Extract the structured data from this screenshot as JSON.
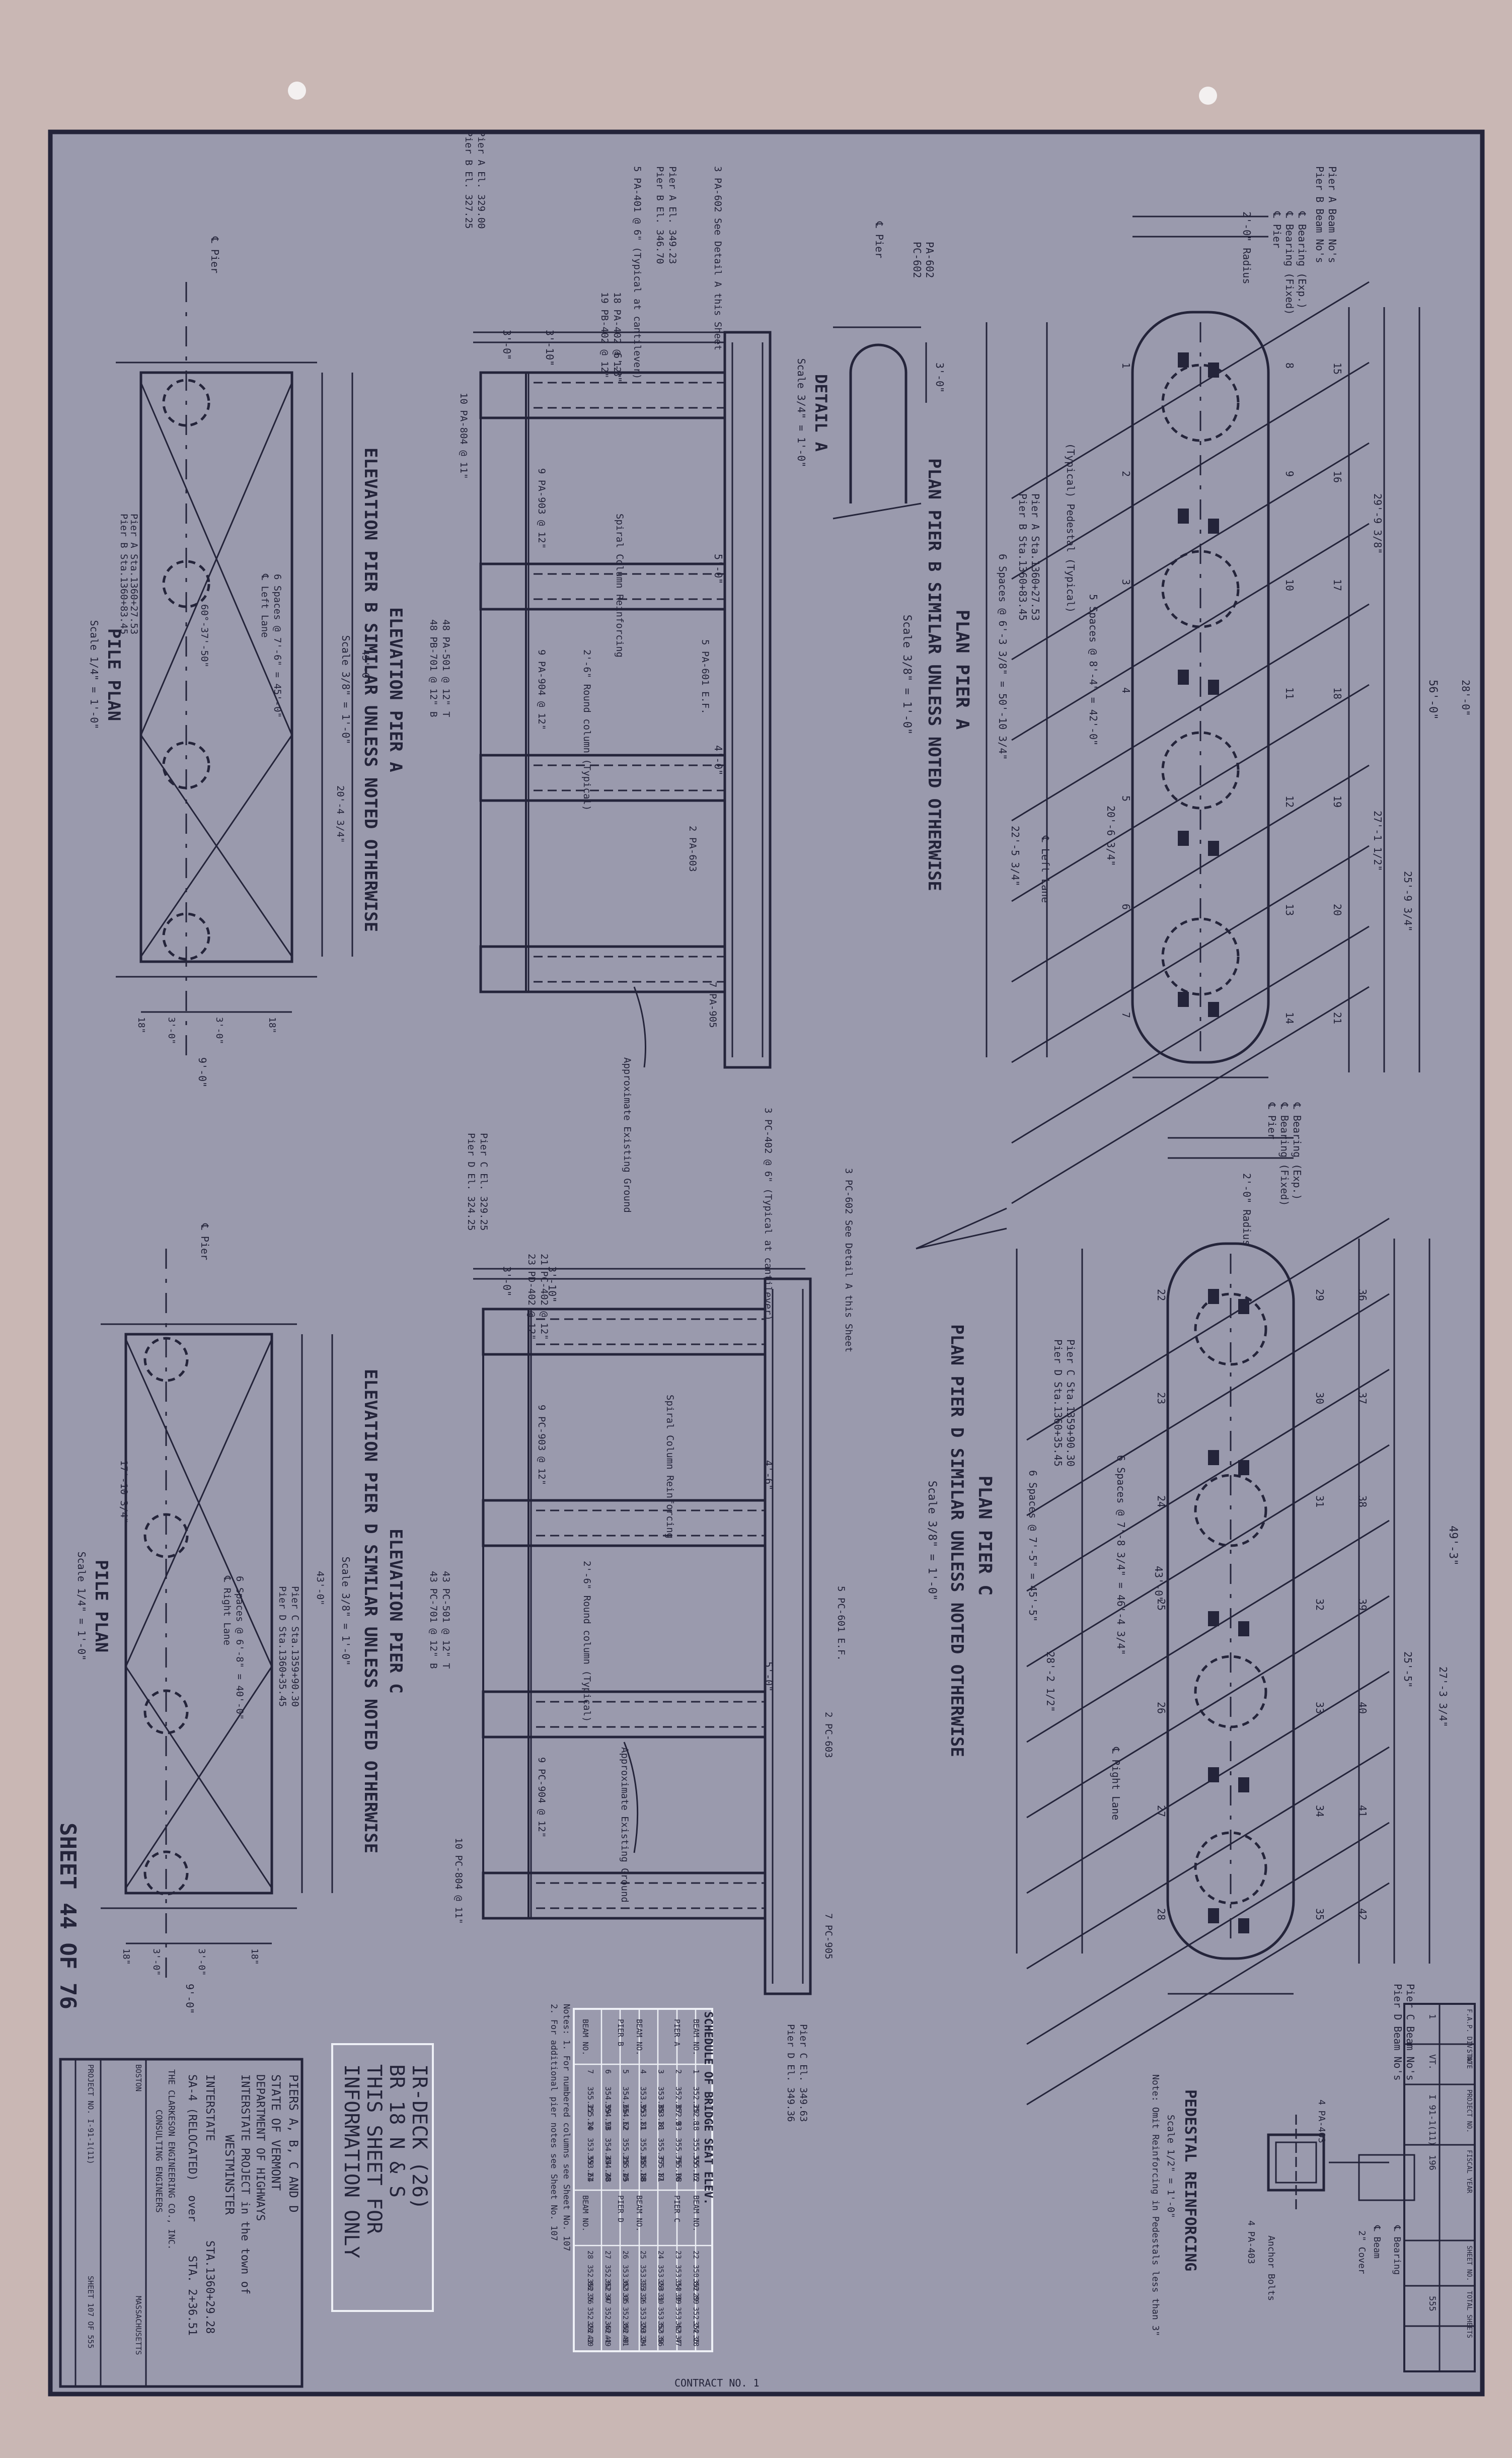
{
  "sheet": {
    "number_label": "SHEET 44 OF 76",
    "contract_label": "CONTRACT NO. 1"
  },
  "colors": {
    "paper": "#c9b7b4",
    "field": "#9a9aad",
    "ink": "#24243a",
    "white_ink": "#eef0f6"
  },
  "views": {
    "plan_pier_a": {
      "title": "PLAN PIER A",
      "subtitle": "PLAN PIER B SIMILAR UNLESS NOTED OTHERWISE",
      "scale": "Scale 3/8\" = 1'-0\"",
      "notes": [
        "Pier A Beam No's",
        "Pier B Beam No's",
        "℄ Bearing (Exp.)",
        "℄ Bearing (Fixed)",
        "℄ Pier",
        "2'-0\" Radius",
        "Pier A Sta.1360+27.53",
        "Pier B Sta.1360+83.45",
        "(Typical) Pedestal (Typical)",
        "6 Spaces @ 6'-3 3/8\" = 50'-10 3/4\"",
        "5 Spaces @ 8'-4\" = 42'-0\"",
        "℄ Left Lane",
        "56'-0\"",
        "28'-0\"",
        "20'-6 3/4\"",
        "27'-1 1/2\"",
        "22'-5 3/4\"",
        "29'-9 3/8\"",
        "25'-9 3/4\""
      ],
      "pedestal_numbers": [
        "1",
        "2",
        "3",
        "4",
        "5",
        "6",
        "7",
        "8",
        "9",
        "10",
        "11",
        "12",
        "13",
        "14",
        "15",
        "16",
        "17",
        "18",
        "19",
        "20",
        "21"
      ]
    },
    "plan_pier_c": {
      "title": "PLAN PIER C",
      "subtitle": "PLAN PIER D SIMILAR UNLESS NOTED OTHERWISE",
      "scale": "Scale 3/8\" = 1'-0\"",
      "notes": [
        "℄ Bearing (Exp.)",
        "℄ Bearing (Fixed)",
        "℄ Pier",
        "2'-0\" Radius",
        "Pier C Sta.1359+90.30",
        "Pier D Sta.1360+35.45",
        "6 Spaces @ 7'-8 3/4\" = 46'-4 3/4\"",
        "6 Spaces @ 7'-5\" = 45'-5\"",
        "℄ Right Lane",
        "Pier C Beam No's",
        "Pier D Beam No's",
        "49'-3\"",
        "43'-0\"",
        "28'-2 1/2\"",
        "25'-5\"",
        "27'-3 3/4\""
      ],
      "pedestal_numbers": [
        "22",
        "23",
        "24",
        "25",
        "26",
        "27",
        "28",
        "29",
        "30",
        "31",
        "32",
        "33",
        "34",
        "35",
        "36",
        "37",
        "38",
        "39",
        "40",
        "41",
        "42"
      ]
    },
    "detail_a": {
      "title": "DETAIL A",
      "scale": "Scale 3/4\" = 1'-0\"",
      "notes": [
        "PA-602",
        "PC-602",
        "℄ Pier",
        "3'-0\""
      ]
    },
    "elevation_pier_a": {
      "title": "ELEVATION PIER A",
      "subtitle": "ELEVATION PIER B SIMILAR UNLESS NOTED OTHERWISE",
      "scale": "Scale 3/8\" = 1'-0\"",
      "notes": [
        "3 PA-602 See Detail A this Sheet",
        "Pier A El. 349.23",
        "Pier B El. 346.70",
        "5 PA-401 @ 6\" (Typical at cantilever)",
        "18 PA-402 @ 12\"",
        "19 PB-402 @ 12\"",
        "Pier A El. 329.00",
        "Pier B El. 327.25",
        "10 PA-804 @ 11\"",
        "9 PA-903 @ 12\"",
        "9 PA-904 @ 12\"",
        "48 PA-501 @ 12\" T",
        "48 PB-701 @ 12\" B",
        "2'-6\" Round column (Typical)",
        "Spiral Column Reinforcing",
        "Approximate Existing Ground",
        "5 PA-601 E.F.",
        "2 PA-603",
        "7 PA-905",
        "3'-0\"",
        "3'-10\"",
        "4'-0\"",
        "5'-0\"",
        "6'-3\""
      ]
    },
    "elevation_pier_c": {
      "title": "ELEVATION PIER C",
      "subtitle": "ELEVATION PIER D SIMILAR UNLESS NOTED OTHERWISE",
      "scale": "Scale 3/8\" = 1'-0\"",
      "notes": [
        "3 PC-602 See Detail A this Sheet",
        "3 PC-402 @ 6\" (Typical at cantilever)",
        "21 PC-402 @ 12\"",
        "23 PD-402 @ 12\"",
        "Pier C El. 329.25",
        "Pier D El. 324.25",
        "Pier C El. 349.63",
        "Pier D El. 349.36",
        "10 PC-804 @ 11\"",
        "9 PC-903 @ 12\"",
        "9 PC-904 @ 12\"",
        "43 PC-501 @ 12\" T",
        "43 PC-701 @ 12\" B",
        "2'-6\" Round column (Typical)",
        "Spiral Column Reinforcing",
        "Approximate Existing Ground",
        "5 PC-601 E.F.",
        "2 PC-603",
        "7 PC-905",
        "3'-0\"",
        "3'-10\"",
        "4'-6\"",
        "5'-0\""
      ]
    },
    "pile_plan_a": {
      "title": "PILE PLAN",
      "scale": "Scale 1/4\" = 1'-0\"",
      "notes": [
        "℄ Pier",
        "Pier A Sta.1360+27.53",
        "Pier B Sta.1360+83.45",
        "℄ Left Lane",
        "6 Spaces @ 7'-6\" = 45'-0\"",
        "60°-37'-50\"",
        "20'-4 3/4\"",
        "45'-0\"",
        "18\"",
        "3'-0\"",
        "3'-0\"",
        "18\"",
        "9'-0\""
      ]
    },
    "pile_plan_c": {
      "title": "PILE PLAN",
      "scale": "Scale 1/4\" = 1'-0\"",
      "notes": [
        "℄ Pier",
        "Pier C Sta.1359+90.30",
        "Pier D Sta.1360+35.45",
        "℄ Right Lane",
        "6 Spaces @ 6'-8\" = 40'-0\"",
        "17'-10 3/4\"",
        "43'-0\"",
        "18\"",
        "3'-0\"",
        "3'-0\"",
        "18\"",
        "9'-0\""
      ]
    },
    "pedestal_reinforcing": {
      "title": "PEDESTAL REINFORCING",
      "scale": "Scale 1/2\" = 1'-0\"",
      "note": "Note: Omit Reinforcing in Pedestals less than 3\"",
      "labels": [
        "℄ Bearing",
        "℄ Beam",
        "2\" Cover",
        "Anchor Bolts",
        "4 PA-403",
        "4 PA-403"
      ]
    }
  },
  "schedule": {
    "title": "SCHEDULE OF BRIDGE SEAT ELEV.",
    "headers_top": [
      "BEAM NO.",
      "PIER A",
      "BEAM NO.",
      "PIER B",
      "BEAM NO."
    ],
    "rows_top": [
      [
        "1",
        "352.20",
        "352.18",
        "8",
        "355.59",
        "355.62",
        "15"
      ],
      [
        "2",
        "352.87",
        "352.83",
        "9",
        "355.76",
        "355.08",
        "16"
      ],
      [
        "3",
        "353.88",
        "353.81",
        "10",
        "355.77",
        "355.81",
        "17"
      ],
      [
        "4",
        "353.95",
        "353.81",
        "11",
        "355.88",
        "355.88",
        "18"
      ],
      [
        "5",
        "354.66",
        "354.62",
        "12",
        "355.28",
        "355.45",
        "19"
      ],
      [
        "6",
        "354.99",
        "354.98",
        "13",
        "354.44",
        "354.48",
        "20"
      ],
      [
        "7",
        "355.22",
        "355.20",
        "14",
        "353.59",
        "353.64",
        "21"
      ]
    ],
    "headers_bottom": [
      "BEAM NO.",
      "PIER C",
      "BEAM NO.",
      "PIER D",
      "BEAM NO."
    ],
    "rows_bottom": [
      [
        "22",
        "350.80",
        "352.89",
        "29",
        "352.24",
        "352.28",
        "36"
      ],
      [
        "23",
        "353.34",
        "353.39",
        "30",
        "353.42",
        "353.47",
        "37"
      ],
      [
        "24",
        "353.28",
        "353.30",
        "31",
        "353.52",
        "353.56",
        "38"
      ],
      [
        "25",
        "353.15",
        "353.16",
        "32",
        "353.20",
        "353.24",
        "39"
      ],
      [
        "26",
        "353.02",
        "353.05",
        "33",
        "352.88",
        "352.91",
        "40"
      ],
      [
        "27",
        "352.92",
        "352.97",
        "34",
        "352.40",
        "352.49",
        "41"
      ],
      [
        "28",
        "352.88",
        "352.76",
        "35",
        "352.28",
        "352.30",
        "42"
      ]
    ],
    "notes": [
      "Notes: 1. For numbered columns see Sheet No. 107",
      "2. For additional pier notes see Sheet No. 107"
    ]
  },
  "stamp": {
    "lines": [
      "IR-DECK (26)",
      "BR 18 N & S",
      "THIS SHEET FOR",
      "INFORMATION ONLY"
    ]
  },
  "title_block": {
    "heading": "PIERS A, B, C AND D",
    "state": "STATE OF VERMONT",
    "dept": "DEPARTMENT OF HIGHWAYS",
    "project": "INTERSTATE PROJECT in the town of",
    "town": "WESTMINSTER",
    "interstate": "INTERSTATE",
    "sta1": "STA.1360+29.28",
    "route": "SA-4 (RELOCATED)",
    "over": "over",
    "sta2": "STA. 2+36.51",
    "firm": "THE CLARKESON ENGINEERING CO., INC.",
    "firm2": "CONSULTING ENGINEERS",
    "city": "BOSTON",
    "state2": "MASSACHUSETTS",
    "project_no": "PROJECT NO. I-91-1(11)",
    "sheet_of": "SHEET 107 OF 555"
  },
  "corner_block": {
    "headers": [
      "F.A.P. DIV. NO.",
      "STATE",
      "PROJECT NO.",
      "FISCAL YEAR",
      "SHEET NO.",
      "TOTAL SHEETS"
    ],
    "values": [
      "1",
      "VT.",
      "I 91-1(11)",
      "196",
      "",
      "555"
    ]
  }
}
